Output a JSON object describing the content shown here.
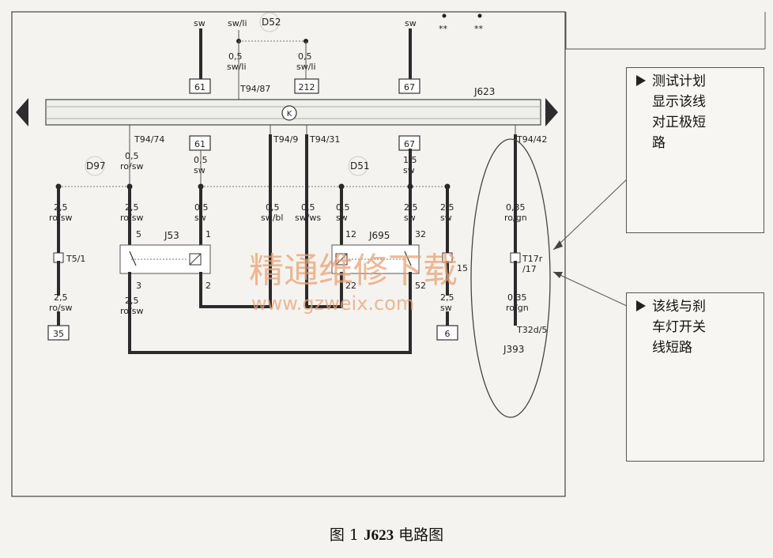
{
  "diagram": {
    "component_labels": {
      "j623": "J623",
      "j53": "J53",
      "j695": "J695",
      "j393": "J393",
      "d52": "D52",
      "d97": "D97",
      "d51": "D51",
      "k": "K"
    },
    "top_wires": {
      "w1_color": "sw",
      "w2_color": "sw/li",
      "w3_size": "0,5",
      "w3_color": "sw/li",
      "w4_size": "0,5",
      "w4_color": "sw/li",
      "w5_color": "sw",
      "stars_a": "**",
      "stars_b": "**"
    },
    "terminal_boxes": {
      "b61_top": "61",
      "b212": "212",
      "b67_top": "67",
      "b61_mid": "61",
      "b67_mid": "67",
      "b35": "35",
      "b6": "6"
    },
    "pins": {
      "t94_87": "T94/87",
      "t94_74": "T94/74",
      "t94_9": "T94/9",
      "t94_31": "T94/31",
      "t94_42": "T94/42",
      "t5_1": "T5/1",
      "t17r": "T17r",
      "t17r_pin": "/17",
      "t17_15": "15",
      "t32d_5": "T32d/5",
      "j53_5": "5",
      "j53_1": "1",
      "j53_3": "3",
      "j53_2": "2",
      "j695_12": "12",
      "j695_32": "32",
      "j695_22": "22",
      "j695_52": "52"
    },
    "mid_wires": {
      "a_size": "0,5",
      "a_color": "ro/sw",
      "b_size": "0,5",
      "b_color": "sw",
      "c_size": "1,5",
      "c_color": "sw"
    },
    "lower_wires": {
      "l1_size": "2,5",
      "l1_color": "ro/sw",
      "l2_size": "2,5",
      "l2_color": "ro/sw",
      "l3_size": "0,5",
      "l3_color": "sw",
      "l4_size": "0,5",
      "l4_color": "sw/bl",
      "l5_size": "0,5",
      "l5_color": "sw/ws",
      "l6_size": "0,5",
      "l6_color": "sw",
      "l7_size": "2,5",
      "l7_color": "sw",
      "l8_size": "2,5",
      "l8_color": "sw",
      "l9_size": "0,35",
      "l9_color": "ro/gn"
    },
    "bottom_wires": {
      "b1_size": "2,5",
      "b1_color": "ro/sw",
      "b2_size": "2,5",
      "b2_color": "ro/sw",
      "b3_size": "2,5",
      "b3_color": "sw",
      "b4_size": "0,35",
      "b4_color": "ro/gn"
    },
    "watermark": {
      "cn": "精通维修下载",
      "url": "www.gzweix.com"
    }
  },
  "notes": {
    "note1": [
      "测试计划",
      "显示该线",
      "对正极短",
      "路"
    ],
    "note2": [
      "该线与刹",
      "车灯开关",
      "线短路"
    ]
  },
  "caption": {
    "prefix": "图 1 ",
    "bold": "J623",
    "suffix": " 电路图"
  }
}
